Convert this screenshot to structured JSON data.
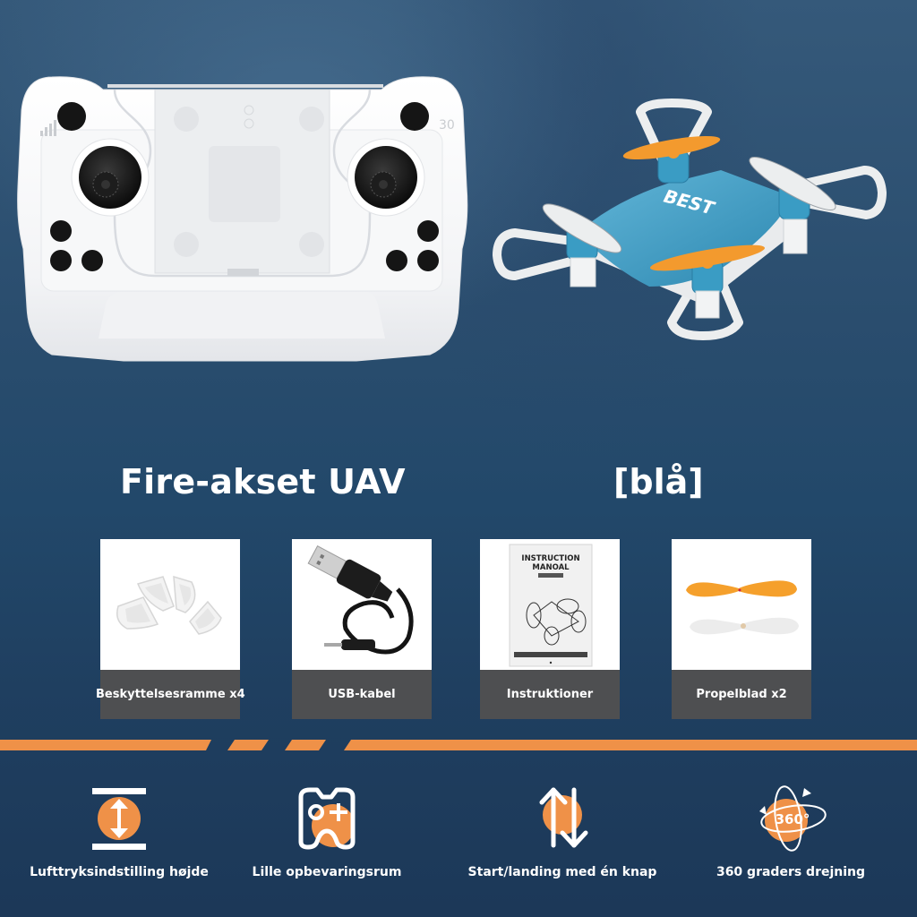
{
  "product": {
    "title": "Fire-akset UAV",
    "variant": "[blå]",
    "drone_logo_text": "BEST"
  },
  "accessories": [
    {
      "label": "Beskyttelsesramme x4",
      "icon": "propeller-guard-icon"
    },
    {
      "label": "USB-kabel",
      "icon": "usb-cable-icon"
    },
    {
      "label": "Instruktioner",
      "icon": "instruction-manual-icon",
      "manual_title_line1": "INSTRUCTION",
      "manual_title_line2": "MANOAL"
    },
    {
      "label": "Propelblad x2",
      "icon": "propeller-blade-icon"
    }
  ],
  "features": [
    {
      "label": "Lufttryksindstilling højde",
      "icon": "altitude-hold-icon"
    },
    {
      "label": "Lille opbevaringsrum",
      "icon": "controller-storage-icon"
    },
    {
      "label": "Start/landing med én knap",
      "icon": "up-down-arrows-icon"
    },
    {
      "label": "360 graders drejning",
      "icon": "rotate-360-icon",
      "icon_text": "360°"
    }
  ],
  "colors": {
    "accent_orange": "#ef9148",
    "background_navy": "#1f3f60",
    "drone_blue": "#3a9cc4",
    "label_gray": "#4e4f51"
  }
}
